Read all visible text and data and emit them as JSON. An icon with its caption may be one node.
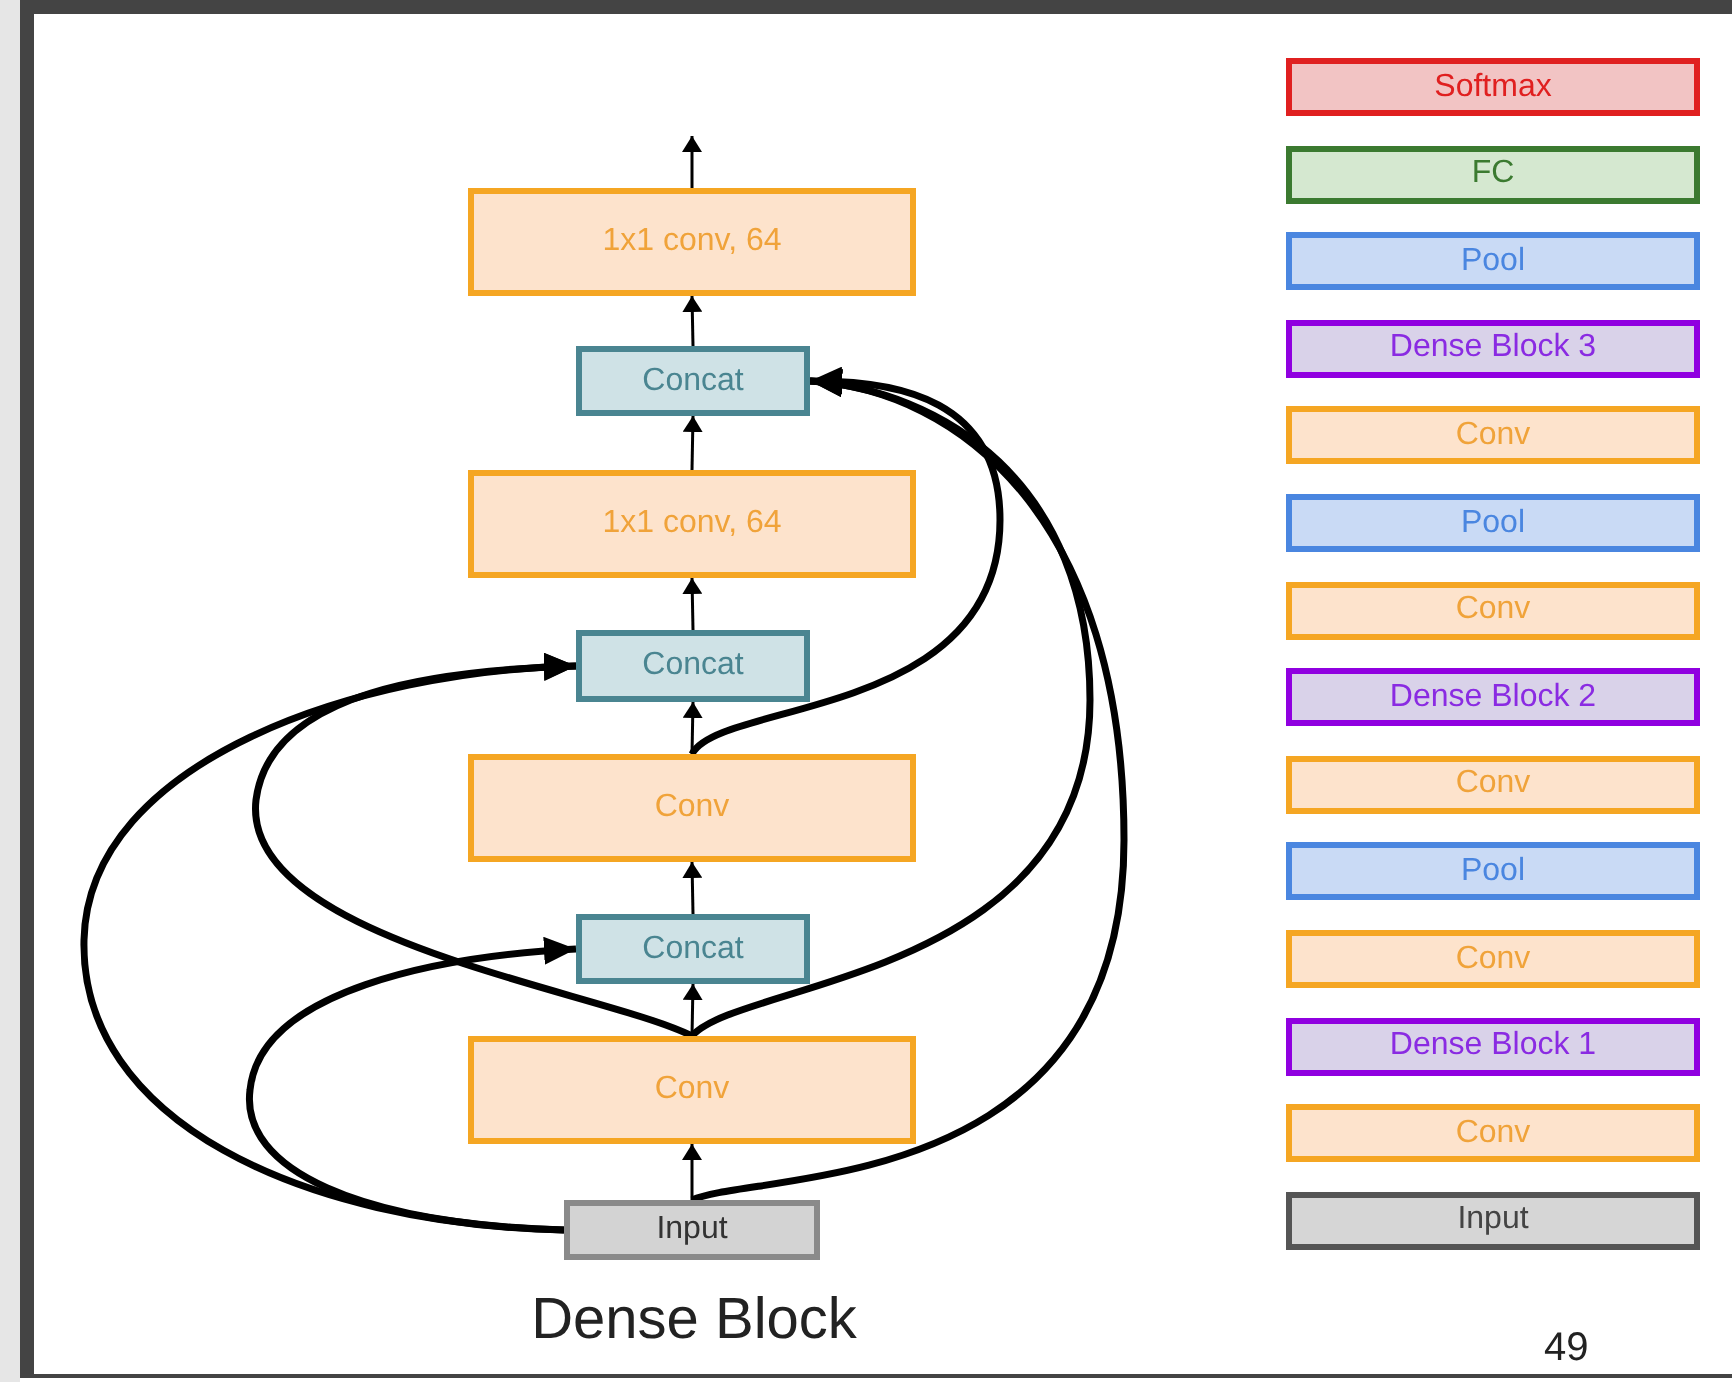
{
  "diagram": {
    "caption": "Dense Block",
    "nodes": [
      {
        "text": [
          "Input"
        ]
      },
      {
        "text": [
          "Conv"
        ]
      },
      {
        "text": [
          "Concat"
        ]
      },
      {
        "text": [
          "Conv"
        ]
      },
      {
        "text": [
          "Concat"
        ]
      },
      {
        "text": [
          "1x1 conv, 64"
        ]
      },
      {
        "text": [
          "Concat"
        ]
      },
      {
        "text": [
          "1x1 conv, 64"
        ]
      },
      {
        "text": [
          "Softmax"
        ]
      },
      {
        "text": [
          "FC"
        ]
      },
      {
        "text": [
          "Pool"
        ]
      },
      {
        "text": [
          "Dense Block 3"
        ]
      },
      {
        "text": [
          "Conv"
        ]
      },
      {
        "text": [
          "Pool"
        ]
      },
      {
        "text": [
          "Conv"
        ]
      },
      {
        "text": [
          "Dense Block 2"
        ]
      },
      {
        "text": [
          "Conv"
        ]
      },
      {
        "text": [
          "Pool"
        ]
      },
      {
        "text": [
          "Conv"
        ]
      },
      {
        "text": [
          "Dense Block 1"
        ]
      },
      {
        "text": [
          "Conv"
        ]
      },
      {
        "text": [
          "Input"
        ]
      }
    ],
    "edges": [
      {
        "from": 0,
        "to": 1,
        "arrow": "to"
      },
      {
        "from": 1,
        "to": 2,
        "arrow": "to"
      },
      {
        "from": 2,
        "to": 3,
        "arrow": "to"
      },
      {
        "from": 3,
        "to": 4,
        "arrow": "to"
      },
      {
        "from": 4,
        "to": 5,
        "arrow": "to"
      },
      {
        "from": 5,
        "to": 6,
        "arrow": "to"
      },
      {
        "from": 6,
        "to": 7,
        "arrow": "to"
      },
      {
        "from": 7,
        "to": null,
        "arrow": "to"
      },
      {
        "from": 0,
        "to": 2,
        "arrow": "to",
        "style": "thick"
      },
      {
        "from": 0,
        "to": 4,
        "arrow": "to",
        "style": "thick"
      },
      {
        "from": 1,
        "to": 4,
        "arrow": "to",
        "style": "thick"
      },
      {
        "from": 0,
        "to": 6,
        "arrow": "to",
        "style": "thick"
      },
      {
        "from": 1,
        "to": 6,
        "arrow": "to",
        "style": "thick"
      },
      {
        "from": 3,
        "to": 6,
        "arrow": "to",
        "style": "thick"
      }
    ],
    "labels": [
      "49"
    ]
  }
}
